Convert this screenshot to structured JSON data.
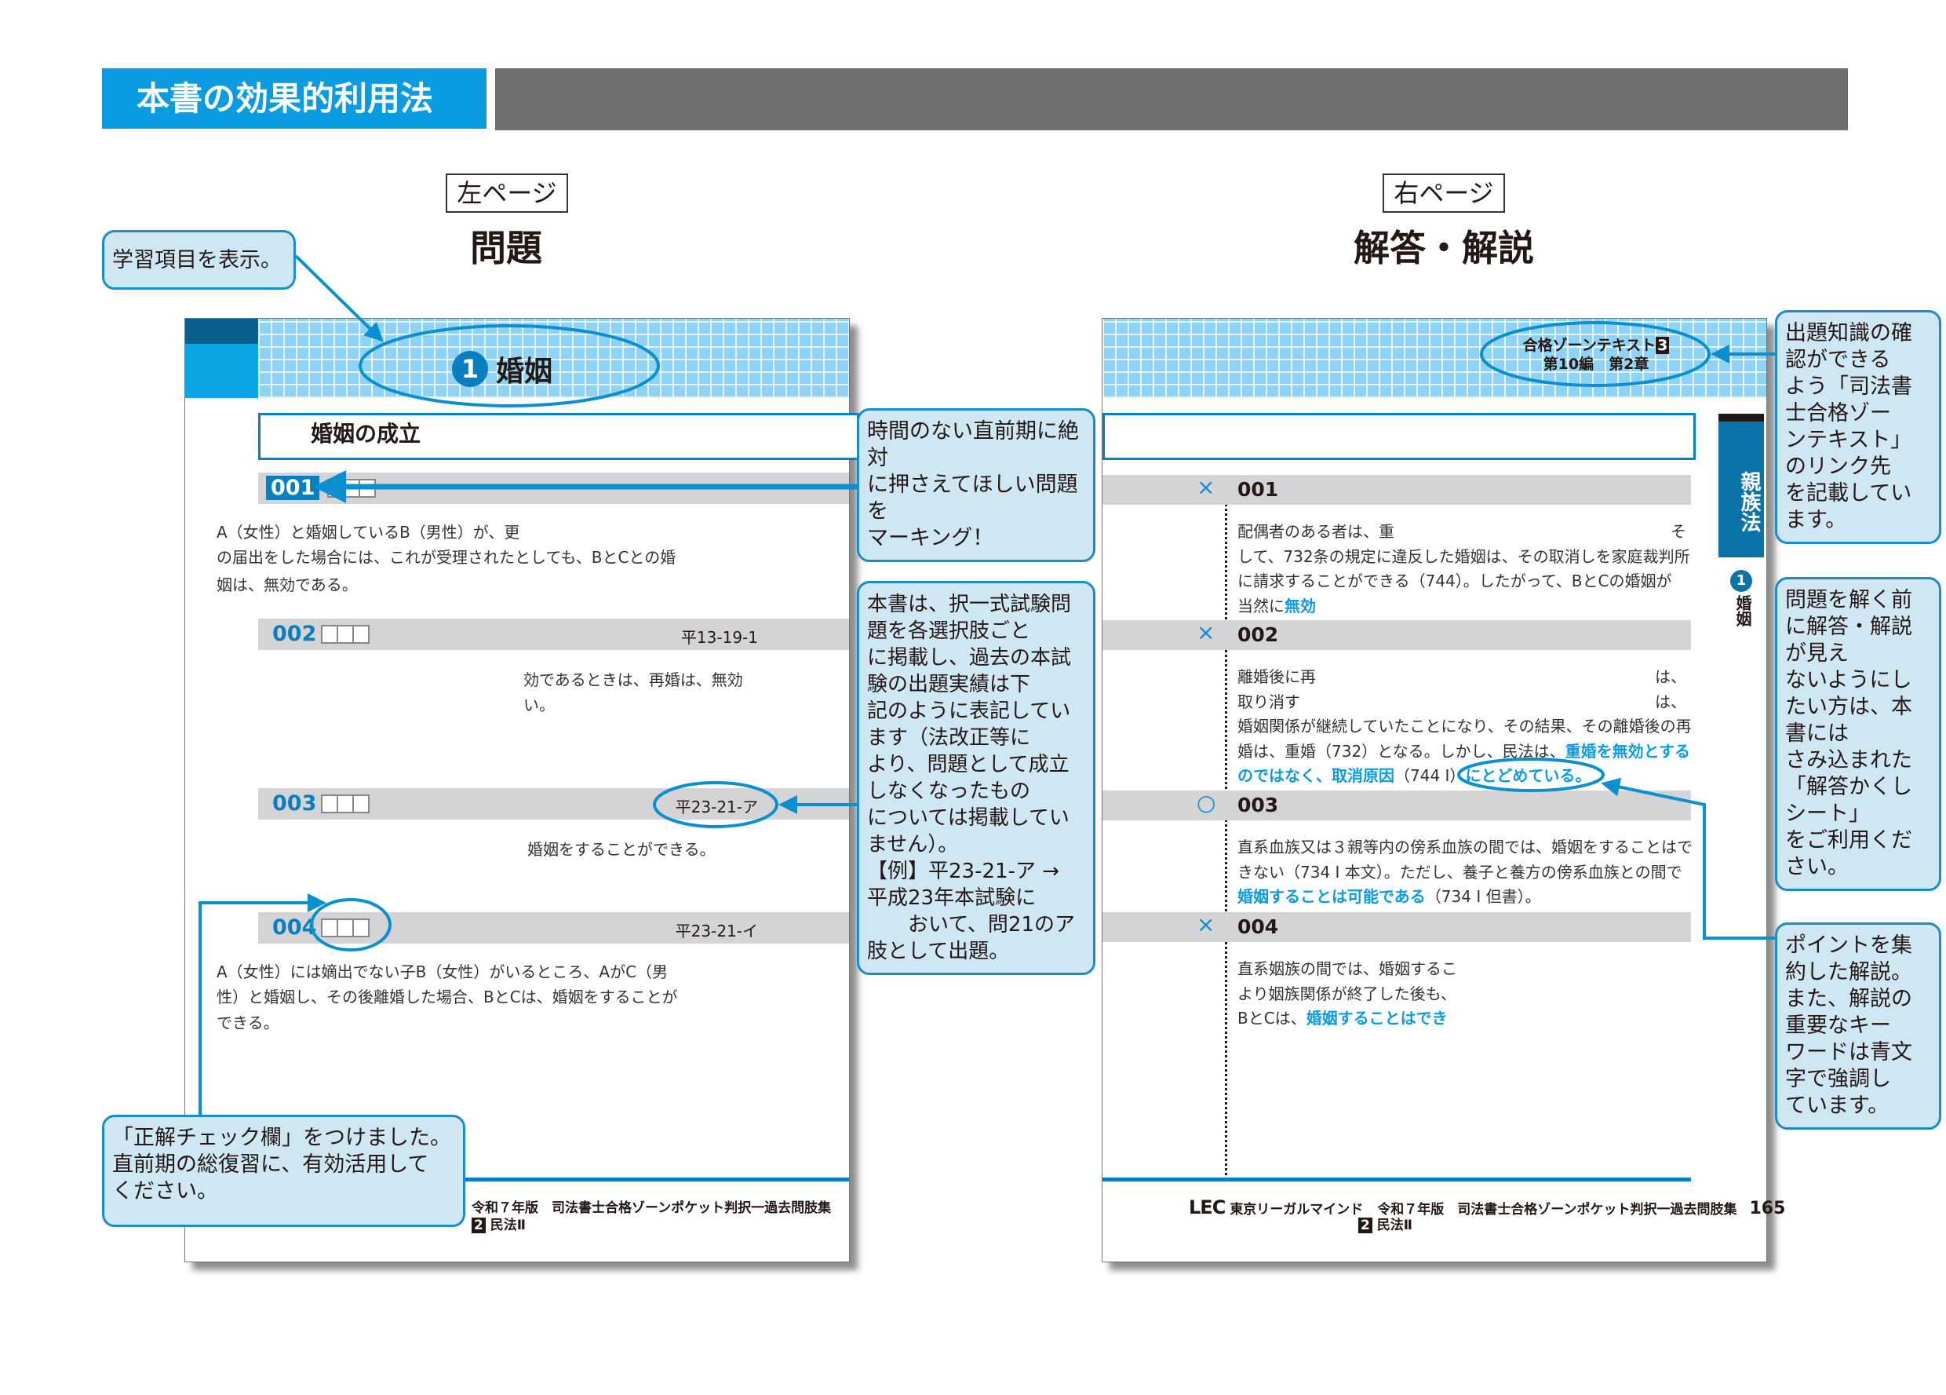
{
  "header": {
    "title": "本書の効果的利用法"
  },
  "left": {
    "tag": "左ページ",
    "title": "問題",
    "chapter": {
      "num": "1",
      "label": "婚姻"
    },
    "section": "婚姻の成立",
    "questions": [
      {
        "num": "001",
        "ref": "",
        "lines": [
          [
            {
              "t": "A（女性）と婚姻しているB（男性）が、更"
            }
          ],
          [
            {
              "t": "の届出をした場合には、これが受理されたとしても、BとCとの婚"
            }
          ],
          [
            {
              "t": "姻は、無効である。"
            }
          ]
        ]
      },
      {
        "num": "002",
        "ref": "平13-19-1",
        "lines": [
          [
            {
              "t": "効であるときは、再婚は、無効"
            }
          ],
          [
            {
              "t": "い。"
            }
          ]
        ]
      },
      {
        "num": "003",
        "ref": "平23-21-ア",
        "lines": [
          [
            {
              "t": "婚姻をすることができる。"
            }
          ]
        ]
      },
      {
        "num": "004",
        "ref": "平23-21-イ",
        "lines": [
          [
            {
              "t": "A（女性）には嫡出でない子B（女性）がいるところ、AがC（男"
            }
          ],
          [
            {
              "t": "性）と婚姻し、その後離婚した場合、BとCは、婚姻をすることが"
            }
          ],
          [
            {
              "t": "できる。"
            }
          ]
        ]
      }
    ],
    "footer": {
      "line1": "令和７年版　司法書士合格ゾーンポケット判択一過去問肢集",
      "vol": "2",
      "line2": "民法Ⅱ"
    }
  },
  "right": {
    "tag": "右ページ",
    "title": "解答・解説",
    "link": {
      "line1": "合格ゾーンテキスト",
      "vol": "3",
      "line2": "第10編　第2章"
    },
    "side_tab": "親族法",
    "side_num": "1",
    "side_label": "婚姻",
    "answers": [
      {
        "mark": "×",
        "num": "001",
        "lines": [
          [
            {
              "t": "配偶者のある者は、重"
            },
            {
              "t": "そ",
              "right": true
            }
          ],
          [
            {
              "t": "して、732条の規定に違反した婚姻は、その取消しを家庭裁判所"
            }
          ],
          [
            {
              "t": "に請求することができる（744）。したがって、BとCの婚姻が"
            }
          ],
          [
            {
              "t": "当然に"
            },
            {
              "t": "無効",
              "hl": true
            }
          ]
        ]
      },
      {
        "mark": "×",
        "num": "002",
        "lines": [
          [
            {
              "t": "離婚後に再"
            },
            {
              "t": "は、",
              "right": true
            }
          ],
          [
            {
              "t": "取り消す"
            },
            {
              "t": "は、",
              "right": true
            }
          ],
          [
            {
              "t": "婚姻関係が継続していたことになり、その結果、その離婚後の再"
            }
          ],
          [
            {
              "t": "婚は、重婚（732）となる。しかし、民法は、"
            },
            {
              "t": "重婚を無効とする",
              "hl": true
            }
          ],
          [
            {
              "t": "のではなく、取消原因",
              "hl": true
            },
            {
              "t": "（744 I）"
            },
            {
              "t": "にとどめている。",
              "hl": true
            }
          ]
        ]
      },
      {
        "mark": "○",
        "num": "003",
        "lines": [
          [
            {
              "t": "直系血族又は３親等内の傍系血族の間では、婚姻をすることはで"
            }
          ],
          [
            {
              "t": "きない（734 I 本文）。ただし、養子と養方の傍系血族との間で"
            }
          ],
          [
            {
              "t": "婚姻することは可能である",
              "hl": true
            },
            {
              "t": "（734 I 但書）。"
            }
          ]
        ]
      },
      {
        "mark": "×",
        "num": "004",
        "lines": [
          [
            {
              "t": "直系姻族の間では、婚姻するこ"
            }
          ],
          [
            {
              "t": "より姻族関係が終了した後も、"
            }
          ],
          [
            {
              "t": "BとCは、"
            },
            {
              "t": "婚姻することはでき",
              "hl": true
            }
          ]
        ]
      }
    ],
    "footer": {
      "publisher": "東京リーガルマインド",
      "logo": "LEC",
      "line1": "令和７年版　司法書士合格ゾーンポケット判択一過去問肢集",
      "page": "165",
      "vol": "2",
      "line2": "民法Ⅱ"
    }
  },
  "callouts": {
    "c1": "学習項目を表示。",
    "c2": "時間のない直前期に絶対\nに押さえてほしい問題を\nマーキング！",
    "c3": "本書は、択一式試験問題を各選択肢ごと\nに掲載し、過去の本試験の出題実績は下\n記のように表記しています（法改正等に\nより、問題として成立しなくなったもの\nについては掲載していません）。\n【例】平23-21-ア → 平成23年本試験に\n　　おいて、問21のア肢として出題。",
    "c4": "「正解チェック欄」をつけました。\n直前期の総復習に、有効活用して\nください。",
    "c5": "出題知識の確認ができる\nよう「司法書士合格ゾー\nンテキスト」のリンク先\nを記載しています。",
    "c6": "問題を解く前に解答・解説が見え\nないようにしたい方は、本書には\nさみ込まれた「解答かくしシート」\nをご利用ください。",
    "c7": "ポイントを集約した解説。\nまた、解説の重要なキー\nワードは青文字で強調し\nています。"
  },
  "colors": {
    "accent": "#0a9be0",
    "callout_bg": "#cfe6f3",
    "callout_border": "#1a8ccc",
    "row_gray": "#d4d4d6"
  }
}
